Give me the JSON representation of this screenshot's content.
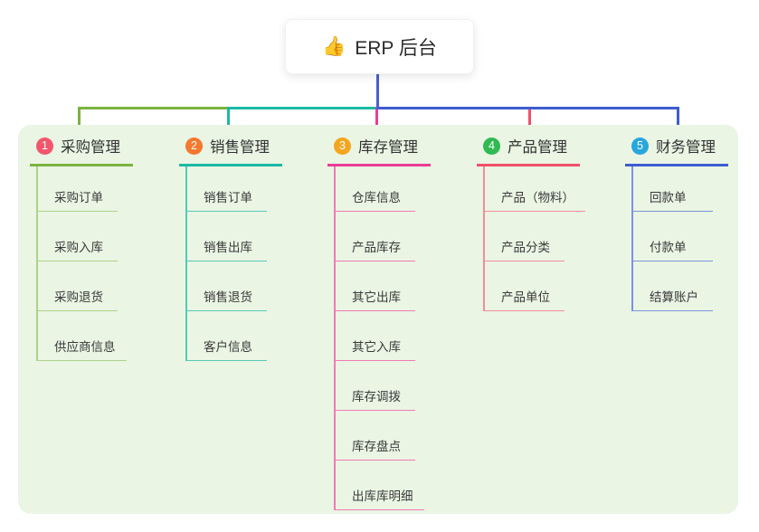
{
  "root": {
    "icon_glyph": "👍",
    "title": "ERP 后台"
  },
  "connector": {
    "stem_color": "#4a5fd0"
  },
  "canvas": {
    "background": "#ffffff",
    "panel_color": "#eaf5e4"
  },
  "branches": [
    {
      "index": "1",
      "title": "采购管理",
      "badge_color": "#f3566c",
      "line_color": "#7cb33e",
      "child_line_color": "#aed28a",
      "children": [
        "采购订单",
        "采购入库",
        "采购退货",
        "供应商信息"
      ]
    },
    {
      "index": "2",
      "title": "销售管理",
      "badge_color": "#f5782e",
      "line_color": "#1db9a5",
      "child_line_color": "#5ac8b7",
      "children": [
        "销售订单",
        "销售出库",
        "销售退货",
        "客户信息"
      ]
    },
    {
      "index": "3",
      "title": "库存管理",
      "badge_color": "#f5a51f",
      "line_color": "#ea3d96",
      "child_line_color": "#f07ab4",
      "children": [
        "仓库信息",
        "产品库存",
        "其它出库",
        "其它入库",
        "库存调拨",
        "库存盘点",
        "出库库明细"
      ]
    },
    {
      "index": "4",
      "title": "产品管理",
      "badge_color": "#2fba52",
      "line_color": "#f1506a",
      "child_line_color": "#f58d9b",
      "children": [
        "产品（物料）",
        "产品分类",
        "产品单位"
      ]
    },
    {
      "index": "5",
      "title": "财务管理",
      "badge_color": "#28a7db",
      "line_color": "#3e5cd2",
      "child_line_color": "#7e92dc",
      "children": [
        "回款单",
        "付款单",
        "结算账户"
      ]
    }
  ]
}
